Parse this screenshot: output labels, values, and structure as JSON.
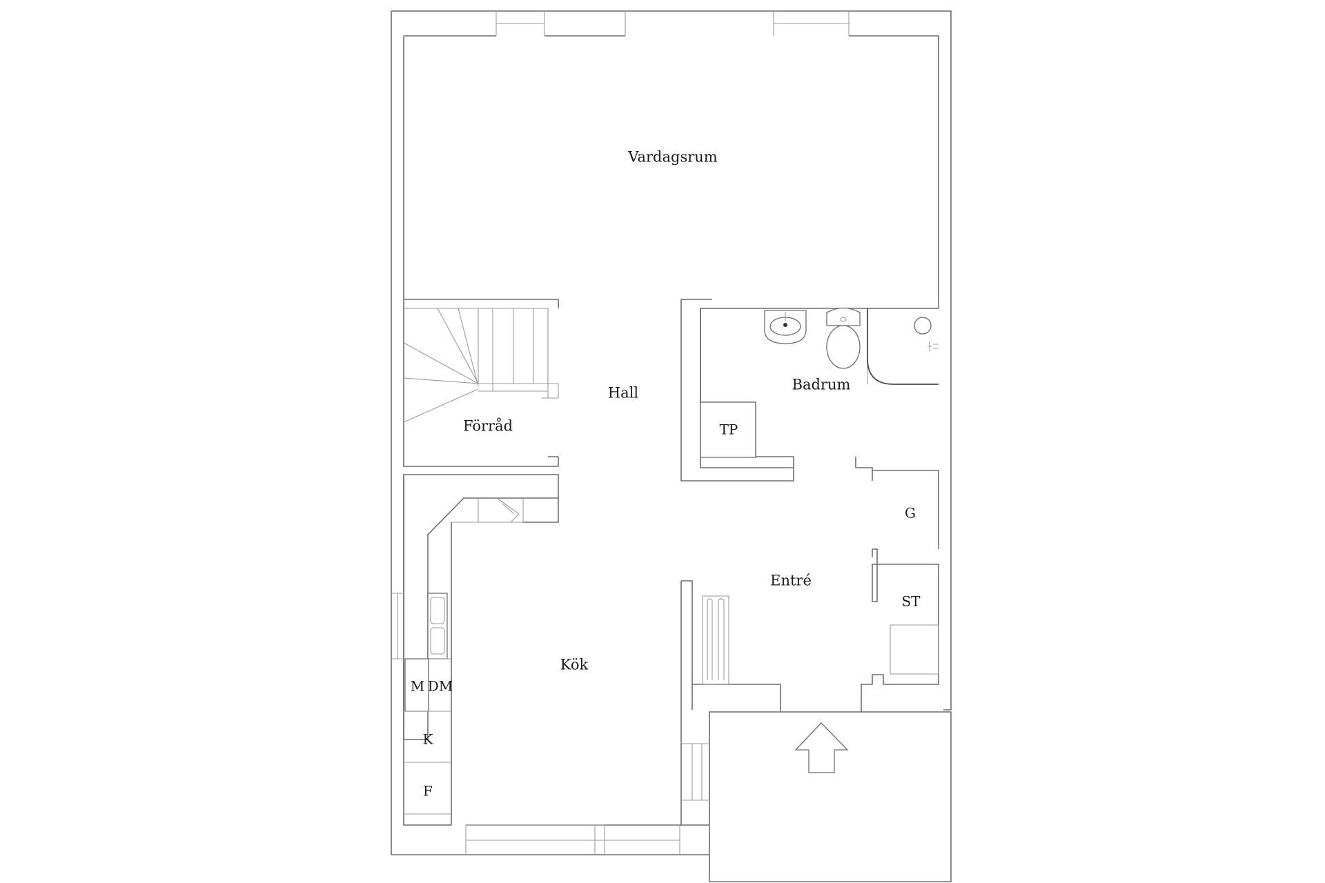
{
  "floorplan": {
    "rooms": {
      "vardagsrum": "Vardagsrum",
      "hall": "Hall",
      "forrad": "Förråd",
      "badrum": "Badrum",
      "kok": "Kök",
      "entre": "Entré"
    },
    "fixtures": {
      "tp": "TP",
      "g": "G",
      "st": "ST",
      "m": "M",
      "dm": "DM",
      "k": "K",
      "f": "F"
    },
    "entrance_arrow": "entrance-arrow-icon",
    "colors": {
      "wall": "#6d6d6d",
      "background": "#ffffff",
      "text": "#1a1a1a"
    }
  }
}
